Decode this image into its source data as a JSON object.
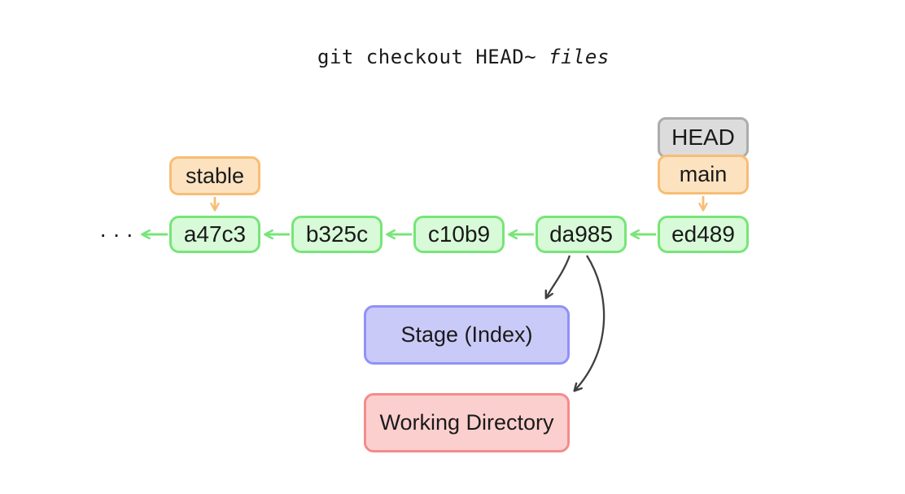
{
  "title": {
    "command": "git checkout HEAD~",
    "argument": "files"
  },
  "ellipsis": "···",
  "head": {
    "label": "HEAD"
  },
  "branches": {
    "main": "main",
    "stable": "stable"
  },
  "commits": [
    "a47c3",
    "b325c",
    "c10b9",
    "da985",
    "ed489"
  ],
  "areas": {
    "stage": "Stage (Index)",
    "working_directory": "Working Directory"
  },
  "colors": {
    "commit-border": "#77e578",
    "commit-fill": "#d8fad8",
    "branch-border": "#f7bd76",
    "branch-fill": "#fde2c0",
    "head-border": "#acacac",
    "head-fill": "#dcdcdc",
    "stage-border": "#9191f8",
    "stage-fill": "#cacaf8",
    "wd-border": "#f58b8b",
    "wd-fill": "#fccfcf",
    "arrow-dark": "#3f3f3f",
    "text": "#1a1a1a"
  }
}
